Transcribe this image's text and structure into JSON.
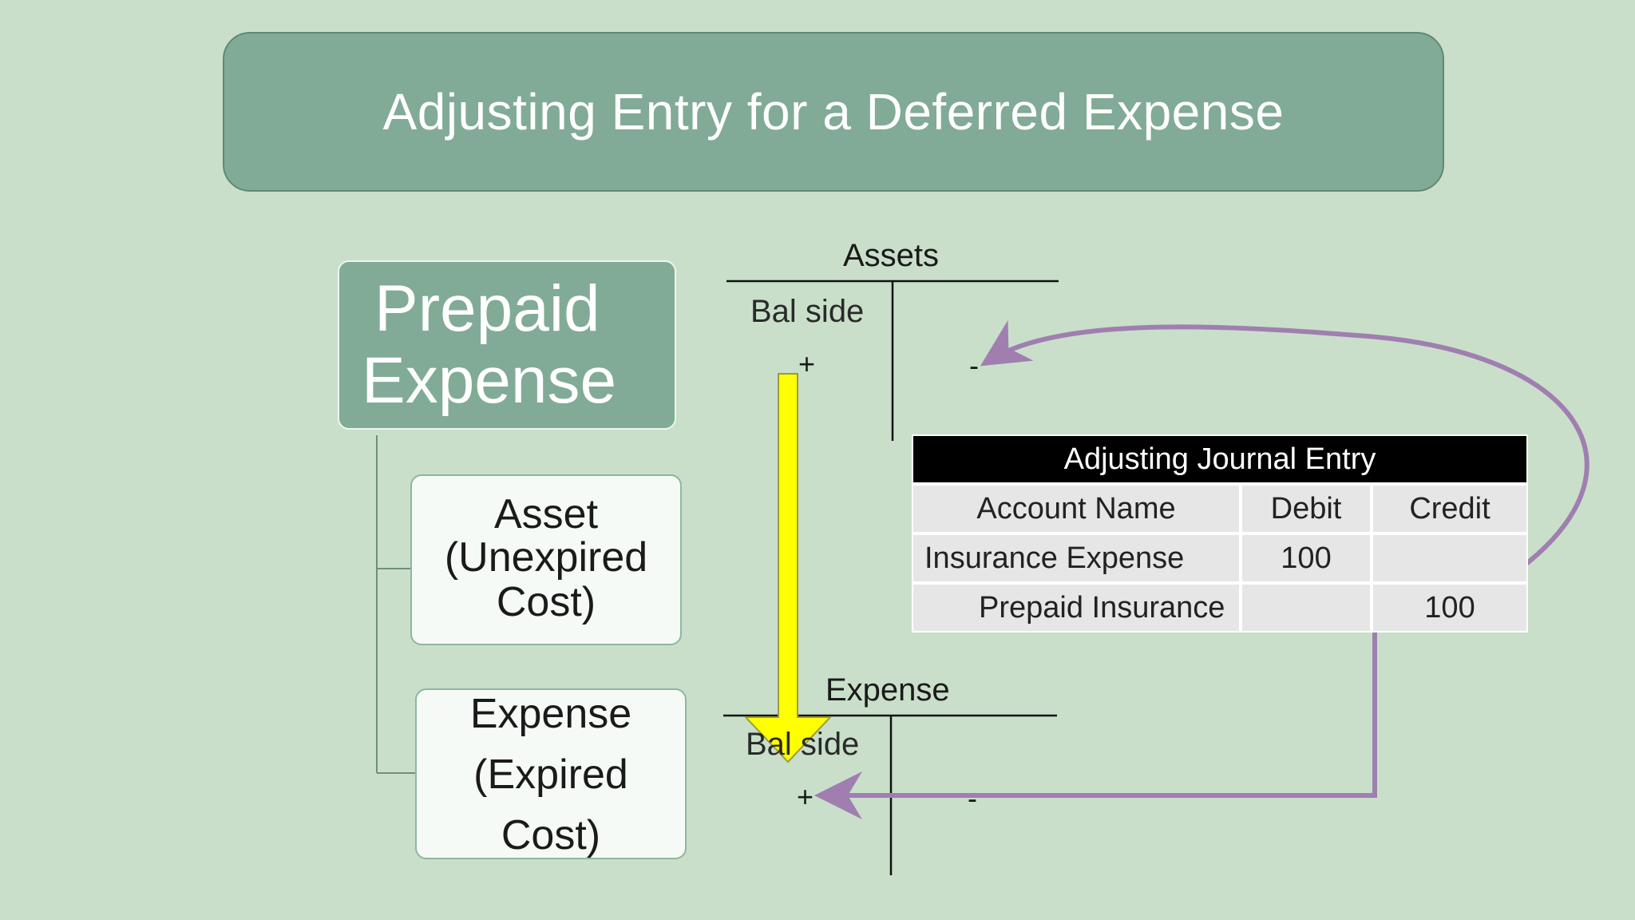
{
  "title": "Adjusting Entry for a Deferred Expense",
  "prepaid": {
    "line1": "Prepaid",
    "line2": "Expense"
  },
  "asset_box": {
    "line1": "Asset",
    "line2": "(Unexpired",
    "line3": "Cost)"
  },
  "expense_box": {
    "line1": "Expense",
    "line2": "(Expired",
    "line3": "Cost)"
  },
  "assets_t": {
    "title": "Assets",
    "bal_side": "Bal side",
    "plus": "+",
    "minus": "-"
  },
  "expense_t": {
    "title": "Expense",
    "bal_side": "Bal side",
    "plus": "+",
    "minus": "-"
  },
  "journal": {
    "title": "Adjusting Journal Entry",
    "headers": [
      "Account Name",
      "Debit",
      "Credit"
    ],
    "rows": [
      {
        "account": "Insurance Expense",
        "debit": "100",
        "credit": ""
      },
      {
        "account": "Prepaid Insurance",
        "debit": "",
        "credit": "100"
      }
    ]
  },
  "colors": {
    "background": "#c9dfca",
    "header_fill": "#81ab96",
    "arrow_purple": "#a07fb0",
    "yellow_arrow": "#ffff00"
  }
}
